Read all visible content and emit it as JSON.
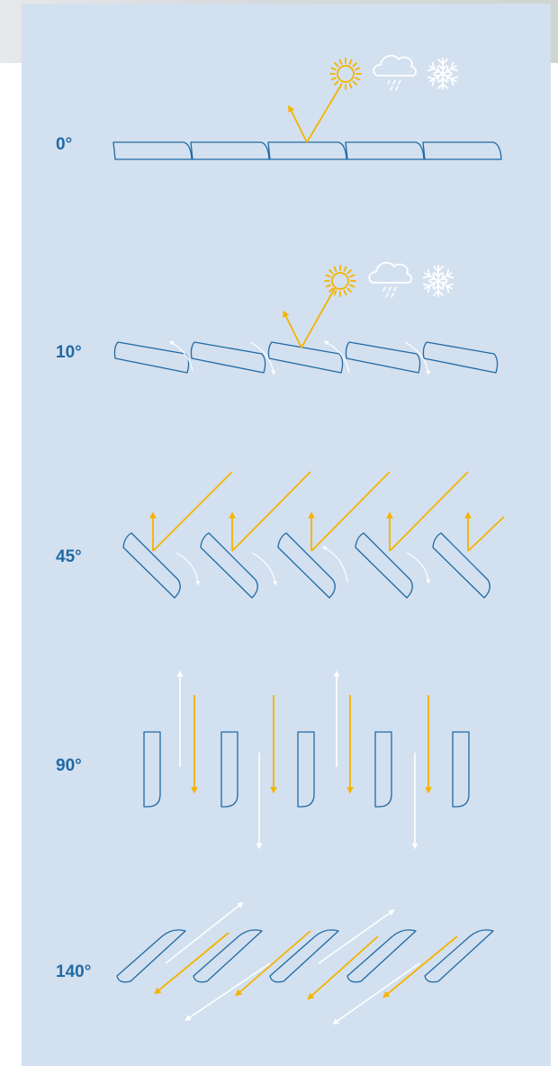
{
  "colors": {
    "panel_background": "#d3e0ef",
    "slat_outline": "#1f6aa5",
    "label_text": "#1f6aa5",
    "sun_ray": "#f4b400",
    "white_arrow": "#ffffff"
  },
  "icons": [
    "sun-icon",
    "rain-cloud-icon",
    "snowflake-icon"
  ],
  "rows": [
    {
      "label": "0°",
      "angle_deg": 0
    },
    {
      "label": "10°",
      "angle_deg": 10
    },
    {
      "label": "45°",
      "angle_deg": 45
    },
    {
      "label": "90°",
      "angle_deg": 90
    },
    {
      "label": "140°",
      "angle_deg": 140
    }
  ]
}
